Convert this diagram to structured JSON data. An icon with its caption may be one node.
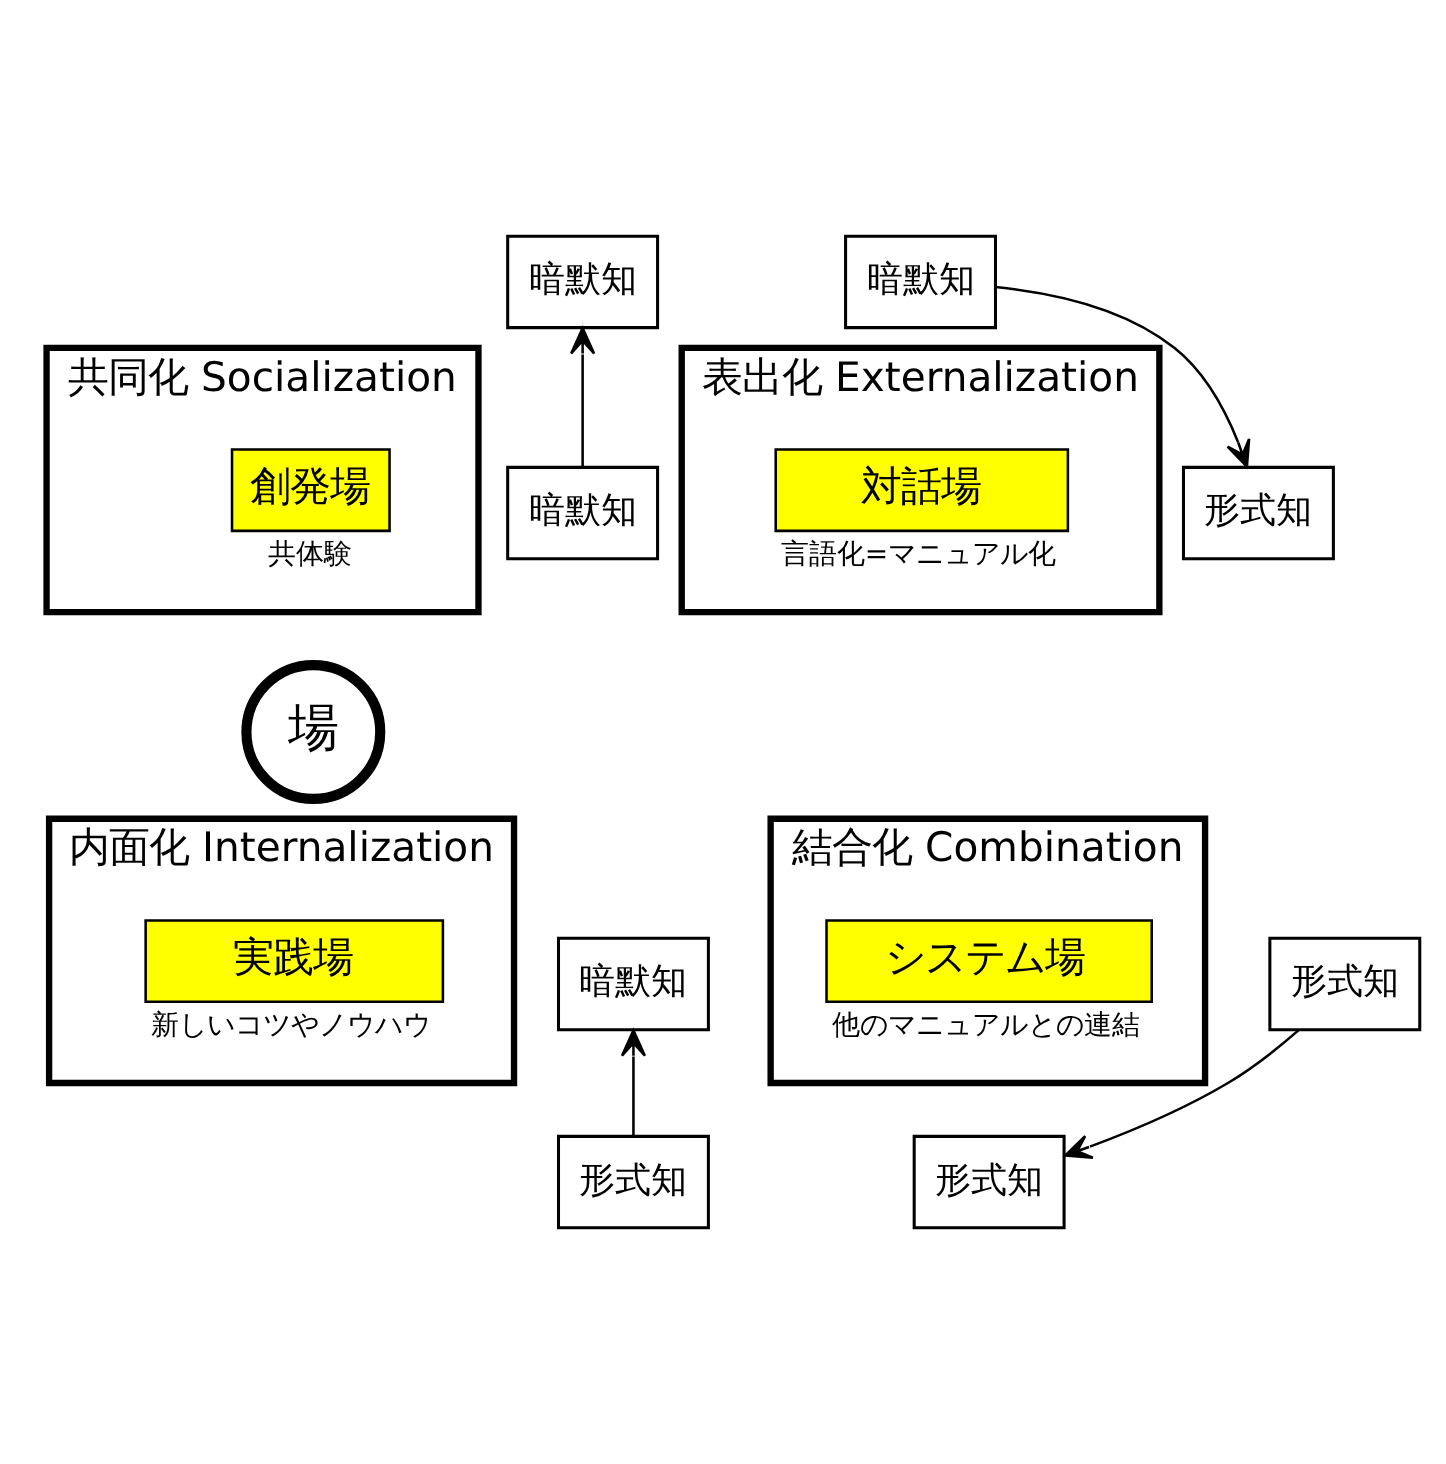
{
  "diagram": {
    "nodes": [
      {
        "text": [
          "暗默知"
        ]
      },
      {
        "text": [
          "暗默知"
        ]
      },
      {
        "text": [
          "暗默知"
        ]
      },
      {
        "text": [
          "共同化 Socialization"
        ]
      },
      {
        "text": [
          "創発場"
        ],
        "in": 3,
        "beside": [
          "共体験"
        ]
      },
      {
        "text": [
          "表出化 Externalization"
        ]
      },
      {
        "text": [
          "対話場"
        ],
        "in": 5,
        "beside": [
          "言語化=マニュアル化"
        ]
      },
      {
        "text": [
          "形式知"
        ]
      },
      {
        "text": [
          "場"
        ]
      },
      {
        "text": [
          "暗默知"
        ]
      },
      {
        "text": [
          "内面化 Internalization"
        ]
      },
      {
        "text": [
          "実践場"
        ],
        "in": 10,
        "beside": [
          "新しいコツやノウハウ"
        ]
      },
      {
        "text": [
          "結合化 Combination"
        ]
      },
      {
        "text": [
          "システム場"
        ],
        "in": 12,
        "beside": [
          "他のマニュアルとの連結"
        ]
      },
      {
        "text": [
          "形式知"
        ]
      },
      {
        "text": [
          "形式知"
        ]
      },
      {
        "text": [
          "形式知"
        ]
      }
    ],
    "edges": [
      {
        "from": 2,
        "to": 0,
        "arrow": "to"
      },
      {
        "from": 1,
        "to": 7,
        "arrow": "to"
      },
      {
        "from": 15,
        "to": 9,
        "arrow": "to"
      },
      {
        "from": 14,
        "to": 16,
        "arrow": "to"
      }
    ]
  }
}
